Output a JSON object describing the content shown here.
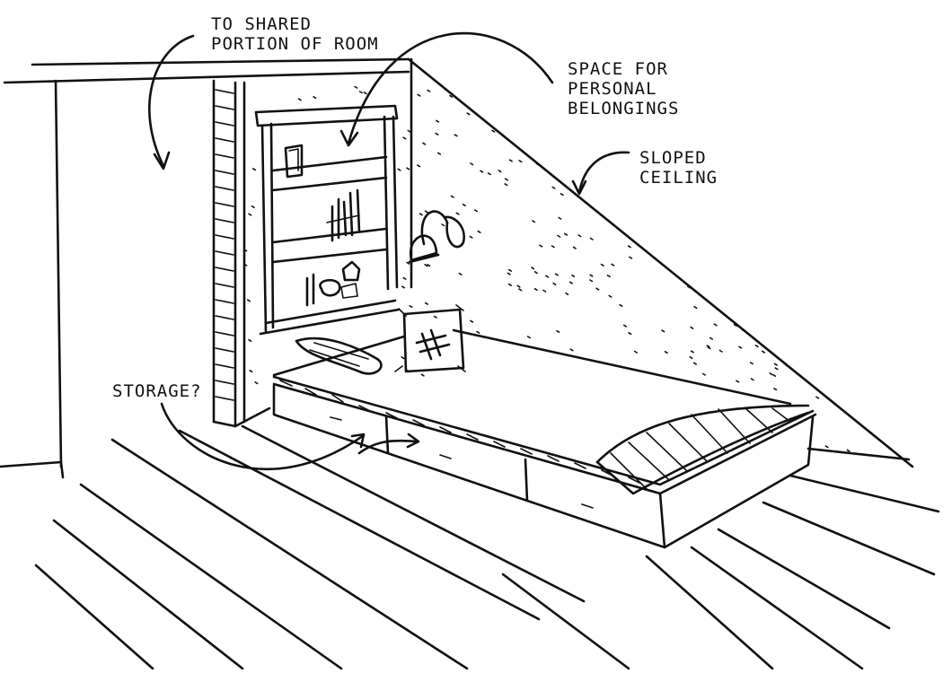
{
  "annotations": {
    "shared_portion": "TO SHARED\nPORTION OF ROOM",
    "personal_space": "SPACE FOR\nPERSONAL\nBELONGINGS",
    "sloped_ceiling": "SLOPED\nCEILING",
    "storage": "STORAGE?"
  },
  "colors": {
    "ink": "#111111",
    "paper": "#ffffff"
  }
}
